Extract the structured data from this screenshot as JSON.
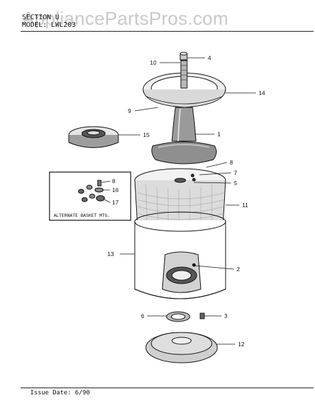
{
  "watermark": "AppliancePartsPros.com",
  "header": {
    "section_label": "SECTION",
    "section_value": "U",
    "model_label": "MODEL:",
    "model_value": "LWL203"
  },
  "inset": {
    "title": "ALTERNATE BASKET MTG."
  },
  "callouts": {
    "c1": "1",
    "c2": "2",
    "c3": "3",
    "c4": "4",
    "c5": "5",
    "c6": "6",
    "c7": "7",
    "c8": "8",
    "c9": "9",
    "c10": "10",
    "c11": "11",
    "c12": "12",
    "c13": "13",
    "c14": "14",
    "c15": "15",
    "c16": "16",
    "c17": "17",
    "c8b": "8"
  },
  "footer": {
    "issue_date": "Issue Date: 6/90"
  }
}
